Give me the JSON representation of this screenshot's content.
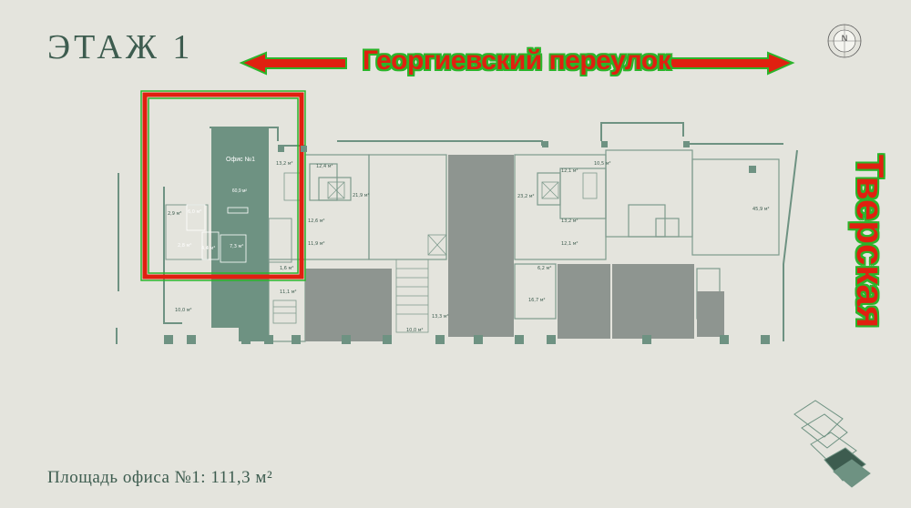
{
  "header": {
    "floor_title": "ЭТАЖ 1"
  },
  "streets": {
    "top": "Георгиевский переулок",
    "right": "Тверская"
  },
  "compass": {
    "north": "N"
  },
  "office": {
    "name": "Офис №1",
    "area": "60,9 м²"
  },
  "rooms": [
    {
      "id": "r1",
      "label": "13,2 м²"
    },
    {
      "id": "r2",
      "label": "12,4 м²"
    },
    {
      "id": "r3",
      "label": "21,9 м²"
    },
    {
      "id": "r4",
      "label": "2,9 м²"
    },
    {
      "id": "r5",
      "label": "6,0 м²"
    },
    {
      "id": "r6",
      "label": "2,8 м²"
    },
    {
      "id": "r7",
      "label": "4,4 м²"
    },
    {
      "id": "r8",
      "label": "7,3 м²"
    },
    {
      "id": "r9",
      "label": "1,6 м²"
    },
    {
      "id": "r10",
      "label": "12,6 м²"
    },
    {
      "id": "r11",
      "label": "11,9 м²"
    },
    {
      "id": "r12",
      "label": "11,1 м²"
    },
    {
      "id": "r13",
      "label": "10,0 м²"
    },
    {
      "id": "r14",
      "label": "10,0 м²"
    },
    {
      "id": "r15",
      "label": "13,3 м²"
    },
    {
      "id": "r16",
      "label": "12,1 м²"
    },
    {
      "id": "r17",
      "label": "10,5 м²"
    },
    {
      "id": "r18",
      "label": "23,2 м²"
    },
    {
      "id": "r19",
      "label": "13,2 м²"
    },
    {
      "id": "r20",
      "label": "12,1 м²"
    },
    {
      "id": "r21",
      "label": "6,2 м²"
    },
    {
      "id": "r22",
      "label": "16,7 м²"
    },
    {
      "id": "r23",
      "label": "45,9 м²"
    }
  ],
  "footer": {
    "area_caption": "Площадь офиса №1: 111,3 м²"
  },
  "colors": {
    "background": "#e4e4dd",
    "plan_green": "#6e9282",
    "grey_unit": "#8e9590",
    "highlight_red": "#e02010",
    "highlight_green": "#2bb52b",
    "title_green": "#3d5c4f"
  }
}
